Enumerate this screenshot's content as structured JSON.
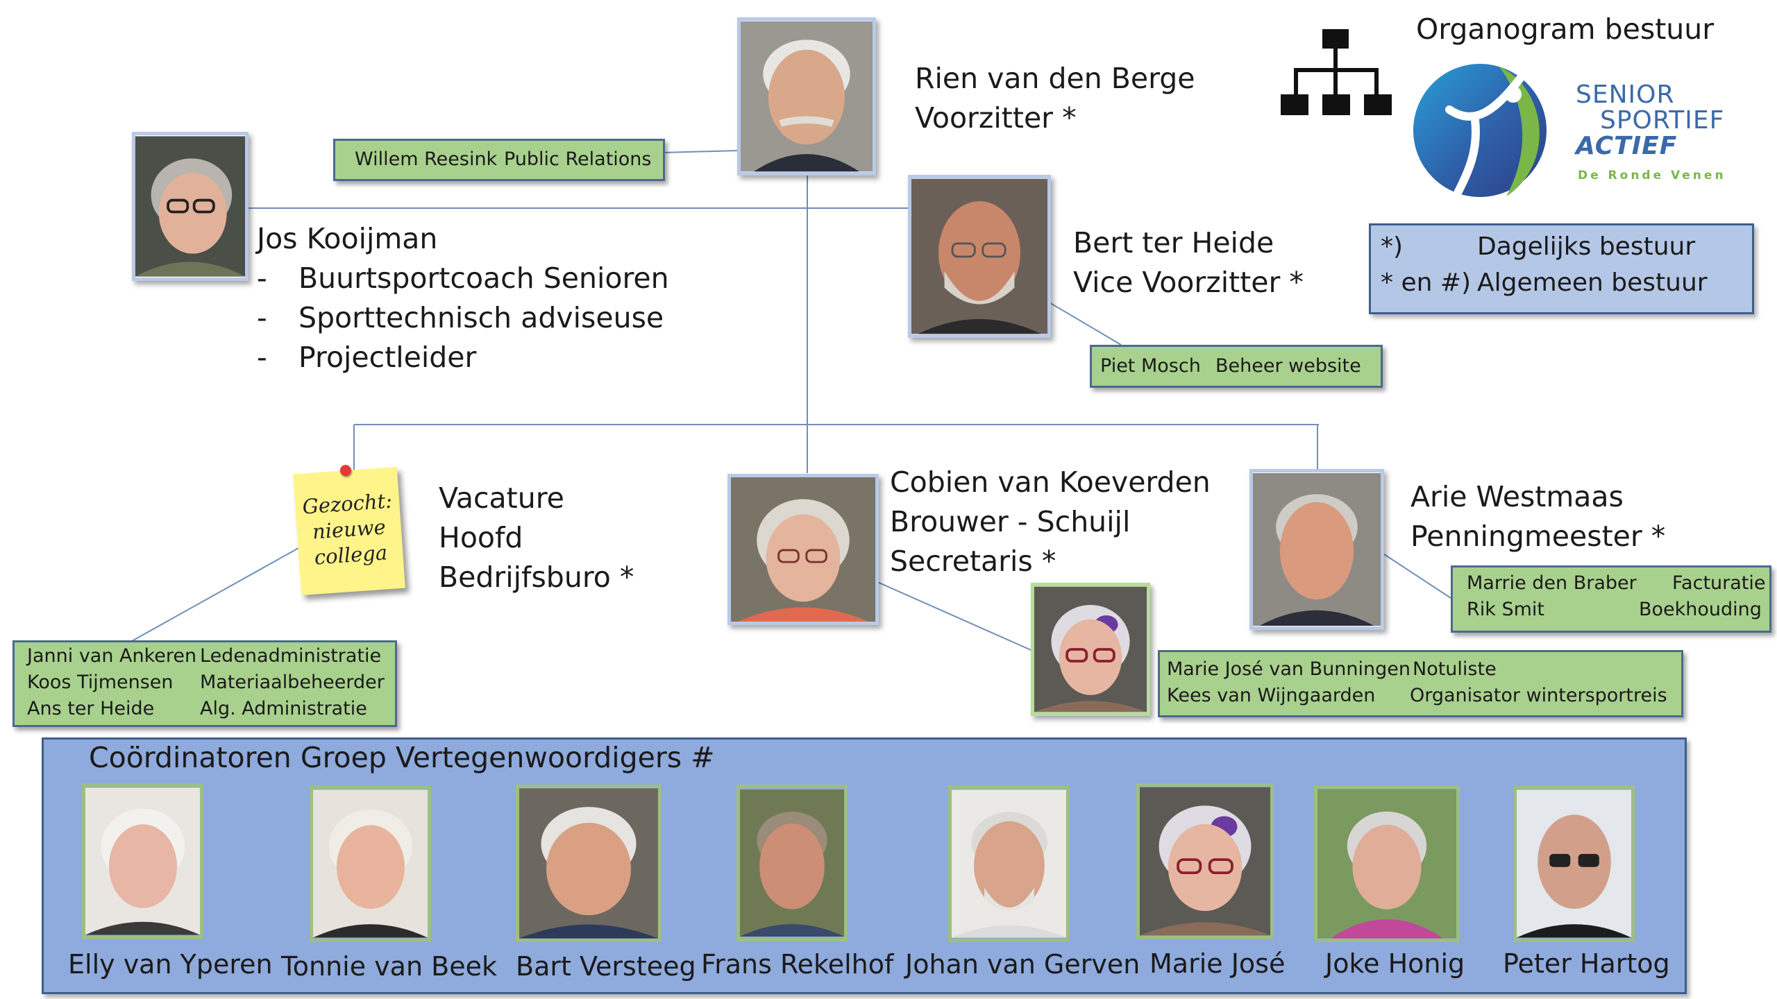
{
  "title": "Organogram bestuur",
  "logo": {
    "line1": "SENIOR",
    "line2": "SPORTIEF",
    "line3": "ACTIEF",
    "line4": "De Ronde Venen",
    "colors": {
      "blue": "#2e6fb7",
      "green": "#7ab648",
      "text": "#3b6aa8"
    }
  },
  "legend": {
    "row1_key": "*)",
    "row1_value": "Dagelijks bestuur",
    "row2_key": "* en #)",
    "row2_value": "Algemeen bestuur"
  },
  "chair": {
    "name": "Rien van den Berge",
    "role": "Voorzitter *"
  },
  "vice": {
    "name": "Bert ter Heide",
    "role": "Vice Voorzitter *"
  },
  "jos": {
    "name": "Jos Kooijman",
    "tasks": [
      "Buurtsportcoach Senioren",
      "Sporttechnisch adviseuse",
      "Projectleider"
    ],
    "bullet": "-"
  },
  "pr_box": {
    "name": "Willem Reesink",
    "task": "Public Relations"
  },
  "web_box": {
    "name": "Piet Mosch",
    "task": "Beheer website"
  },
  "vacancy": {
    "line1": "Vacature",
    "line2": "Hoofd",
    "line3": "Bedrijfsburo *",
    "note_lines": [
      "Gezocht:",
      "nieuwe",
      "collega"
    ]
  },
  "bureau_box": [
    {
      "name": "Janni van Ankeren",
      "task": "Ledenadministratie"
    },
    {
      "name": "Koos Tijmensen",
      "task": "Materiaalbeheerder"
    },
    {
      "name": "Ans ter Heide",
      "task": "Alg. Administratie"
    }
  ],
  "secretary": {
    "line1": "Cobien van Koeverden",
    "line2": "Brouwer - Schuijl",
    "line3": "Secretaris *"
  },
  "secretary_box": [
    {
      "name": "Marie José van Bunningen",
      "task": "Notuliste"
    },
    {
      "name": "Kees van Wijngaarden",
      "task": "Organisator wintersportreis"
    }
  ],
  "treasurer": {
    "name": "Arie Westmaas",
    "role": "Penningmeester *"
  },
  "treasurer_box": [
    {
      "name": "Marrie den Braber",
      "task": "Facturatie"
    },
    {
      "name": "Rik Smit",
      "task": "Boekhouding"
    }
  ],
  "coordinators": {
    "title": "Coördinatoren Groep Vertegenwoordigers #",
    "members": [
      "Elly van Yperen",
      "Tonnie van Beek",
      "Bart Versteeg",
      "Frans Rekelhof",
      "Johan van Gerven",
      "Marie José",
      "Joke Honig",
      "Peter Hartog"
    ]
  }
}
